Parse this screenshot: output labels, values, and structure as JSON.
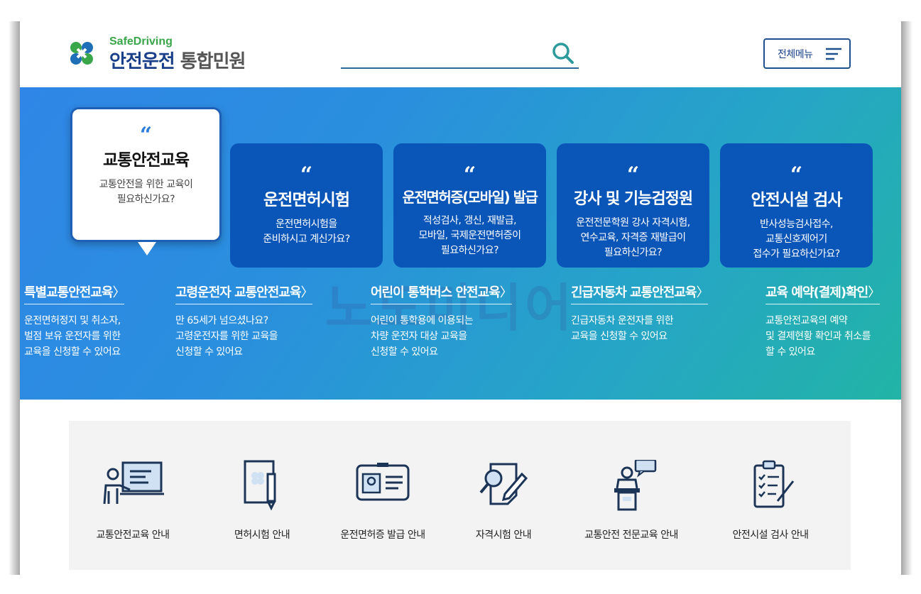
{
  "header": {
    "logo_sub": "SafeDriving",
    "logo_main_bold": "안전운전",
    "logo_main_light": "통합민원",
    "search_placeholder": "",
    "menu_label": "전체메뉴"
  },
  "hero": {
    "watermark": "노도미디어",
    "featured": {
      "quote": "“",
      "title": "교통안전교육",
      "desc_line1": "교통안전을 위한 교육이",
      "desc_line2": "필요하신가요?"
    },
    "cards": [
      {
        "quote": "“",
        "title": "운전면허시험",
        "lines": [
          "운전면허시험을",
          "준비하시고 계신가요?"
        ]
      },
      {
        "quote": "“",
        "title": "운전면허증(모바일) 발급",
        "lines": [
          "적성검사, 갱신, 재발급,",
          "모바일, 국제운전면허증이",
          "필요하신가요?"
        ]
      },
      {
        "quote": "“",
        "title": "강사 및 기능검정원",
        "lines": [
          "운전전문학원 강사 자격시험,",
          "연수교육, 자격증 재발급이",
          "필요하신가요?"
        ]
      },
      {
        "quote": "“",
        "title": "안전시설 검사",
        "lines": [
          "반사성능검사접수,",
          "교통신호제어기",
          "접수가 필요하신가요?"
        ]
      }
    ],
    "links": [
      {
        "title": "특별교통안전교육",
        "chev": "〉",
        "lines": [
          "운전면허정지 및 취소자,",
          "벌점 보유 운전자를 위한",
          "교육을 신청할 수 있어요"
        ]
      },
      {
        "title": "고령운전자 교통안전교육",
        "chev": "〉",
        "lines": [
          "만 65세가 넘으셨나요?",
          "고령운전자를 위한 교육을",
          "신청할 수 있어요"
        ]
      },
      {
        "title": "어린이 통학버스 안전교육",
        "chev": "〉",
        "lines": [
          "어린이 통학용에 이용되는",
          "차량 운전자 대상 교육을",
          "신청할 수 있어요"
        ]
      },
      {
        "title": "긴급자동차 교통안전교육",
        "chev": "〉",
        "lines": [
          "긴급자동차 운전자를 위한",
          "교육을 신청할 수 있어요"
        ]
      },
      {
        "title": "교육 예약(결제)확인",
        "chev": "〉",
        "lines": [
          "교통안전교육의 예약",
          "및 결제현황 확인과 취소를",
          "할 수 있어요"
        ]
      }
    ]
  },
  "guide": {
    "items": [
      {
        "label": "교통안전교육 안내",
        "icon": "lecture-icon"
      },
      {
        "label": "면허시험 안내",
        "icon": "document-pen-icon"
      },
      {
        "label": "운전면허증 발급 안내",
        "icon": "id-card-icon"
      },
      {
        "label": "자격시험 안내",
        "icon": "certificate-search-icon"
      },
      {
        "label": "교통안전 전문교육 안내",
        "icon": "speaker-podium-icon"
      },
      {
        "label": "안전시설 검사 안내",
        "icon": "checklist-icon"
      }
    ]
  },
  "colors": {
    "brand_navy": "#1a3f8a",
    "brand_green": "#3aa64a",
    "card_blue": "#0a55b8",
    "hero_start": "#2f86e6",
    "hero_end": "#22b4a6",
    "icon_navy": "#1c3557"
  }
}
